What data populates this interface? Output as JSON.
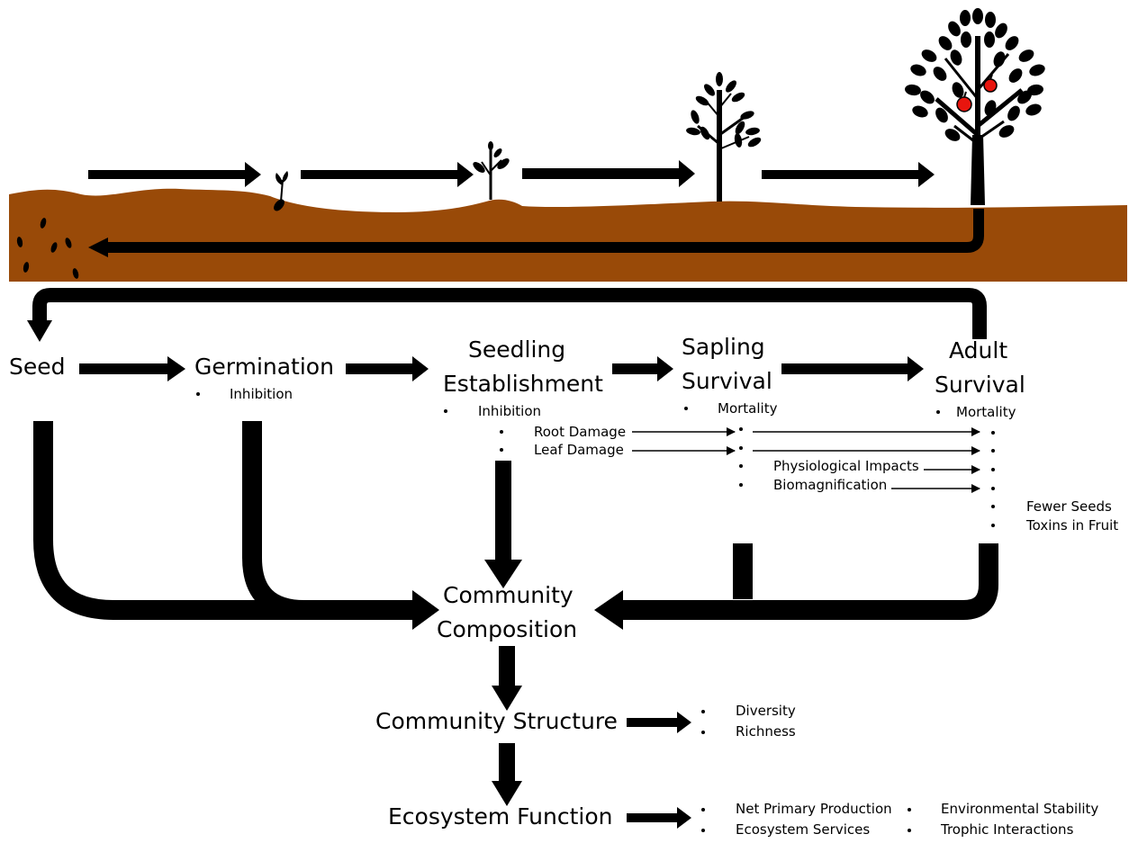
{
  "colors": {
    "soil": "#994a08",
    "arrow": "#000000",
    "fruit": "#e8150e"
  },
  "stages": {
    "seed": "Seed",
    "germination": "Germination",
    "seedling_1": "Seedling",
    "seedling_2": "Establishment",
    "sapling_1": "Sapling",
    "sapling_2": "Survival",
    "adult_1": "Adult",
    "adult_2": "Survival"
  },
  "effects": {
    "germination_inhibition": "Inhibition",
    "seedling_inhibition": "Inhibition",
    "root_damage": "Root Damage",
    "leaf_damage": "Leaf Damage",
    "sapling_mortality": "Mortality",
    "physiological_impacts": "Physiological Impacts",
    "biomagnification": "Biomagnification",
    "adult_mortality": "Mortality",
    "fewer_seeds": "Fewer Seeds",
    "toxins_in_fruit": "Toxins in Fruit"
  },
  "levels": {
    "community_composition_1": "Community",
    "community_composition_2": "Composition",
    "community_structure": "Community Structure",
    "ecosystem_function": "Ecosystem Function"
  },
  "structure_outcomes": [
    "Diversity",
    "Richness"
  ],
  "function_outcomes": [
    "Net Primary Production",
    "Ecosystem Services",
    "Environmental Stability",
    "Trophic Interactions"
  ],
  "icons": [
    "soil-icon",
    "seed-icon",
    "sprout-icon",
    "seedling-icon",
    "sapling-icon",
    "fruit-tree-icon",
    "apple-icon"
  ]
}
